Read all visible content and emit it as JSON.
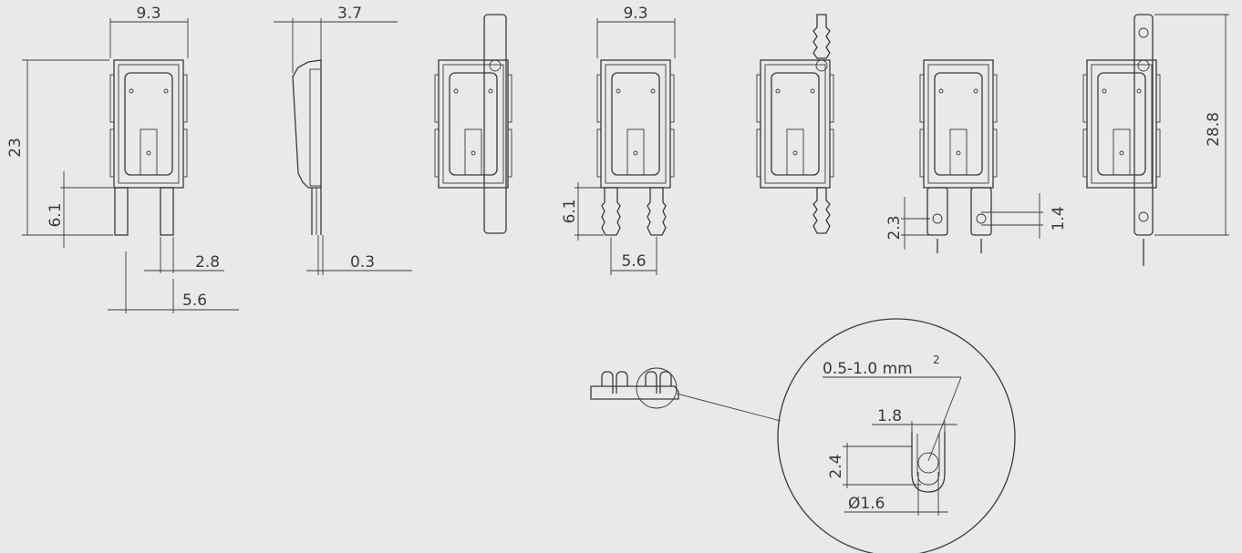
{
  "labels": {
    "v1_width": "9.3",
    "v1_height": "23",
    "v1_tab_len": "6.1",
    "v1_tab_w": "2.8",
    "v1_pitch": "5.6",
    "v2_thick": "3.7",
    "v2_sheet": "0.3",
    "v4_width": "9.3",
    "v4_tab_len": "6.1",
    "v4_pitch": "5.6",
    "v6_hole_pos": "2.3",
    "v6_hole_d": "1.4",
    "v7_height": "28.8",
    "detail_wire": "0.5-1.0  mm",
    "detail_wire_sup": "2",
    "detail_width": "1.8",
    "detail_height": "2.4",
    "detail_dia": "Ø1.6"
  },
  "colors": {
    "background": "#e9e9e9",
    "line": "#3a3a3a"
  }
}
